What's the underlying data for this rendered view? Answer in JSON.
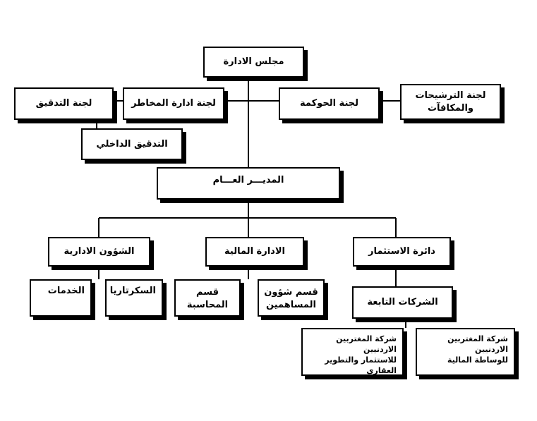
{
  "org_chart": {
    "board": "مجلس الادارة",
    "audit_committee": "لجنة التدقيق",
    "risk_committee": "لجنة ادارة المخاطر",
    "governance_committee": "لجنة الحوكمة",
    "nominations_committee": "لجنة الترشيحات\nوالمكافآت",
    "internal_audit": "التدقيق الداخلي",
    "general_manager": "المديـــر العـــام",
    "admin_affairs": "الشؤون الادارية",
    "finance": "الادارة المالية",
    "investment_dept": "دائرة الاستثمار",
    "services": "الخدمات",
    "secretariat": "السكرتاريا",
    "accounting": "قسم\nالمحاسبة",
    "shareholders": "قسم شؤون\nالمساهمين",
    "subsidiaries": "الشركات التابعة",
    "realestate_company": "شركة المغتربين الاردنيين\nللاستثمار والتطوير\nالعقاري",
    "brokerage_company": "شركة المغتربين الاردنيين\nللوساطة المالية"
  }
}
